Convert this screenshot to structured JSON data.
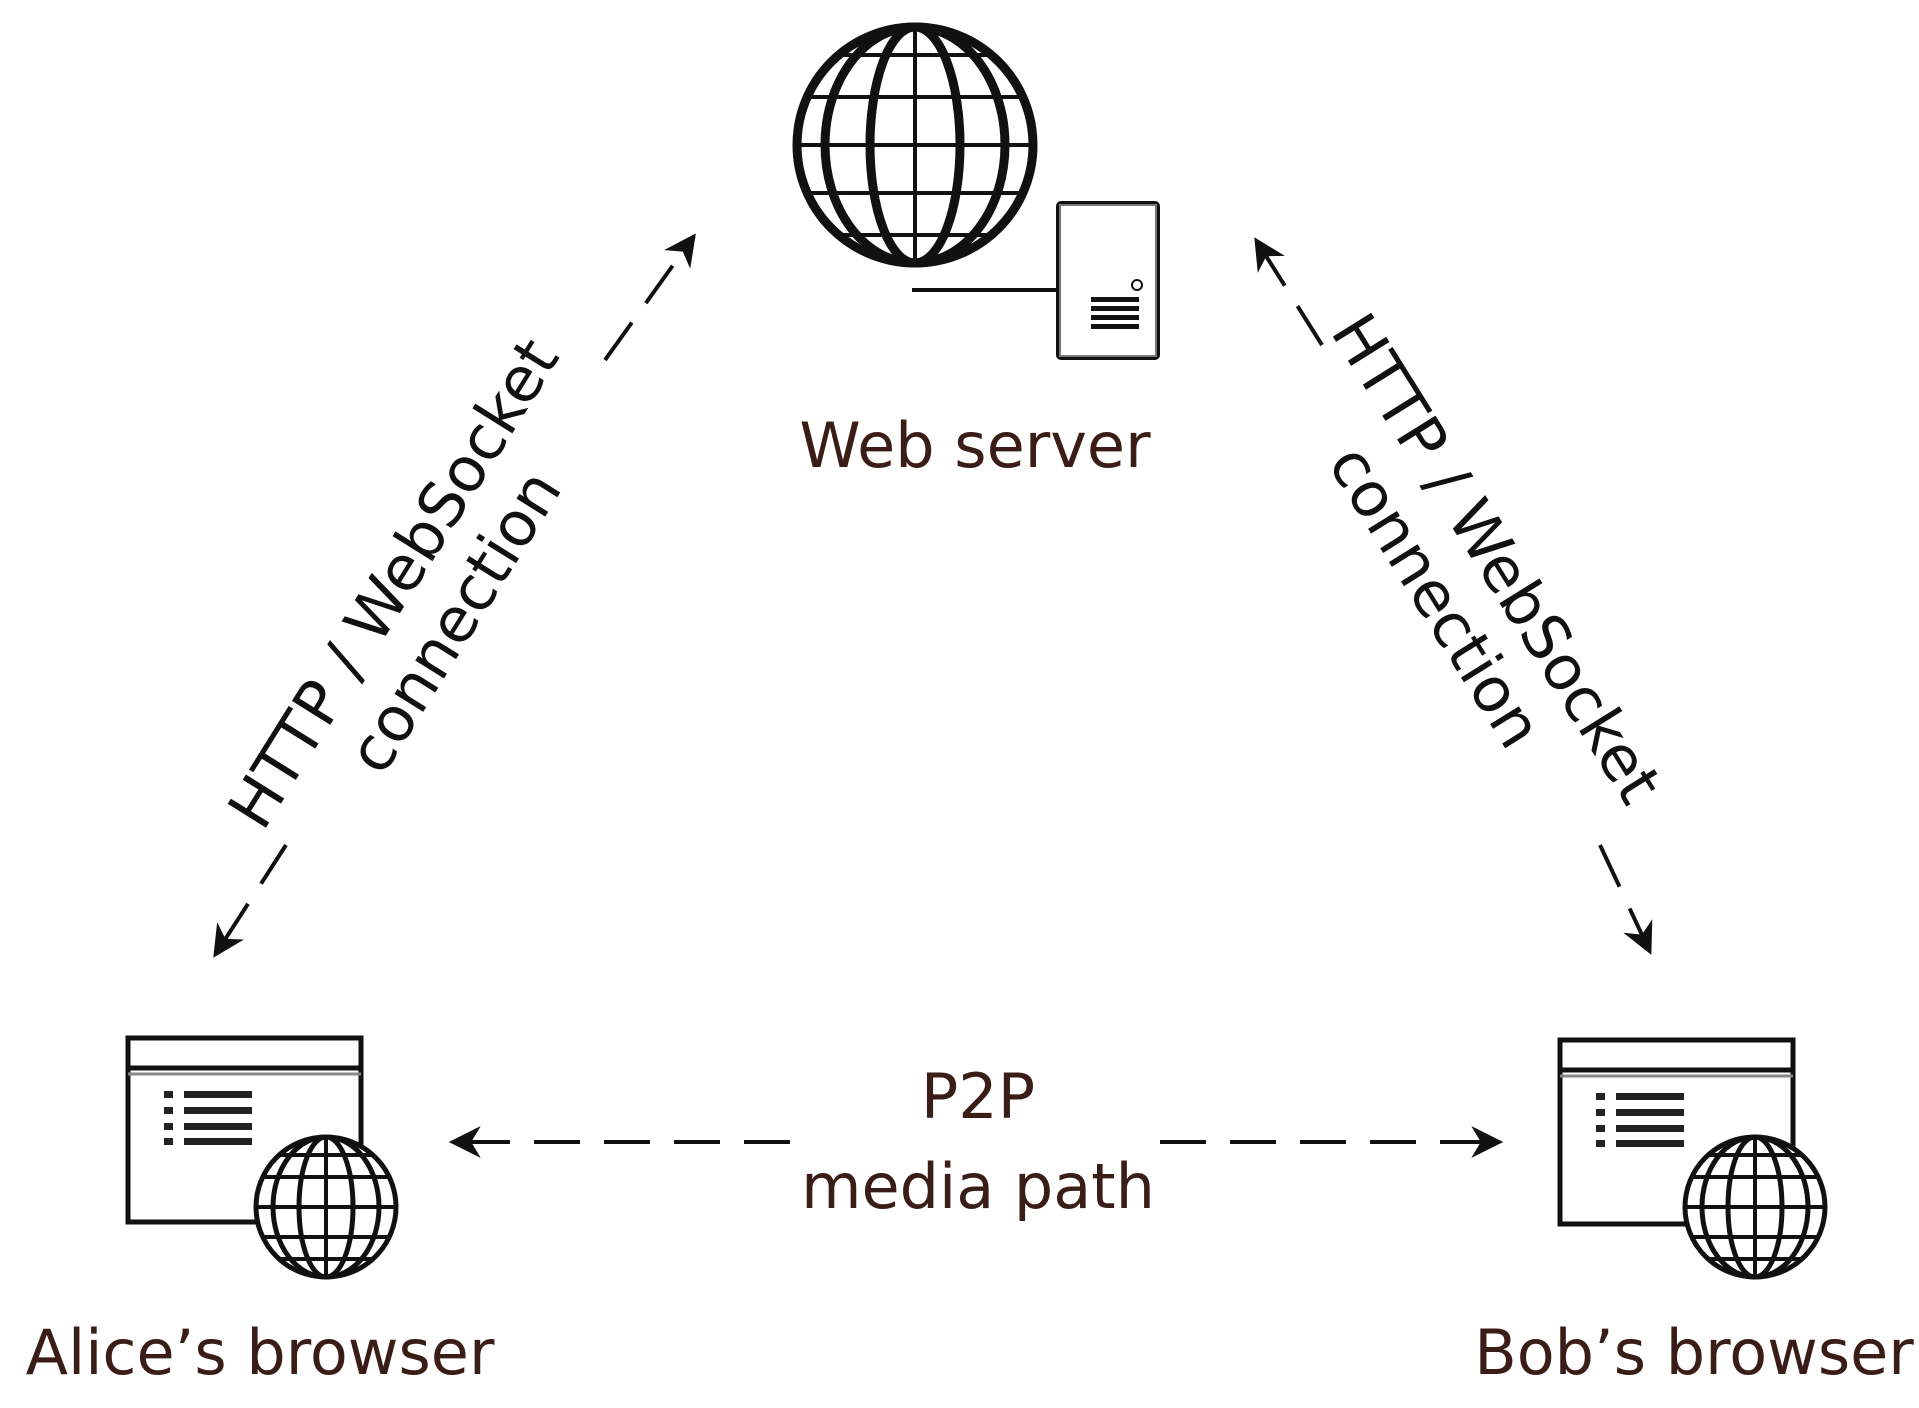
{
  "nodes": {
    "web_server": {
      "label": "Web server",
      "icon": "globe-server-icon"
    },
    "alice": {
      "label": "Alice’s browser",
      "icon": "browser-window-icon"
    },
    "bob": {
      "label": "Bob’s browser",
      "icon": "browser-window-icon"
    }
  },
  "edges": {
    "alice_server": {
      "line1": "HTTP / WebSocket",
      "line2": "connection",
      "style": "dashed",
      "direction": "both"
    },
    "bob_server": {
      "line1": "HTTP / WebSocket",
      "line2": "connection",
      "style": "dashed",
      "direction": "both"
    },
    "p2p": {
      "line1": "P2P",
      "line2": "media path",
      "style": "dashed",
      "direction": "both"
    }
  },
  "colors": {
    "stroke": "#111111",
    "label_text": "#3a1d17",
    "background": "#ffffff"
  }
}
